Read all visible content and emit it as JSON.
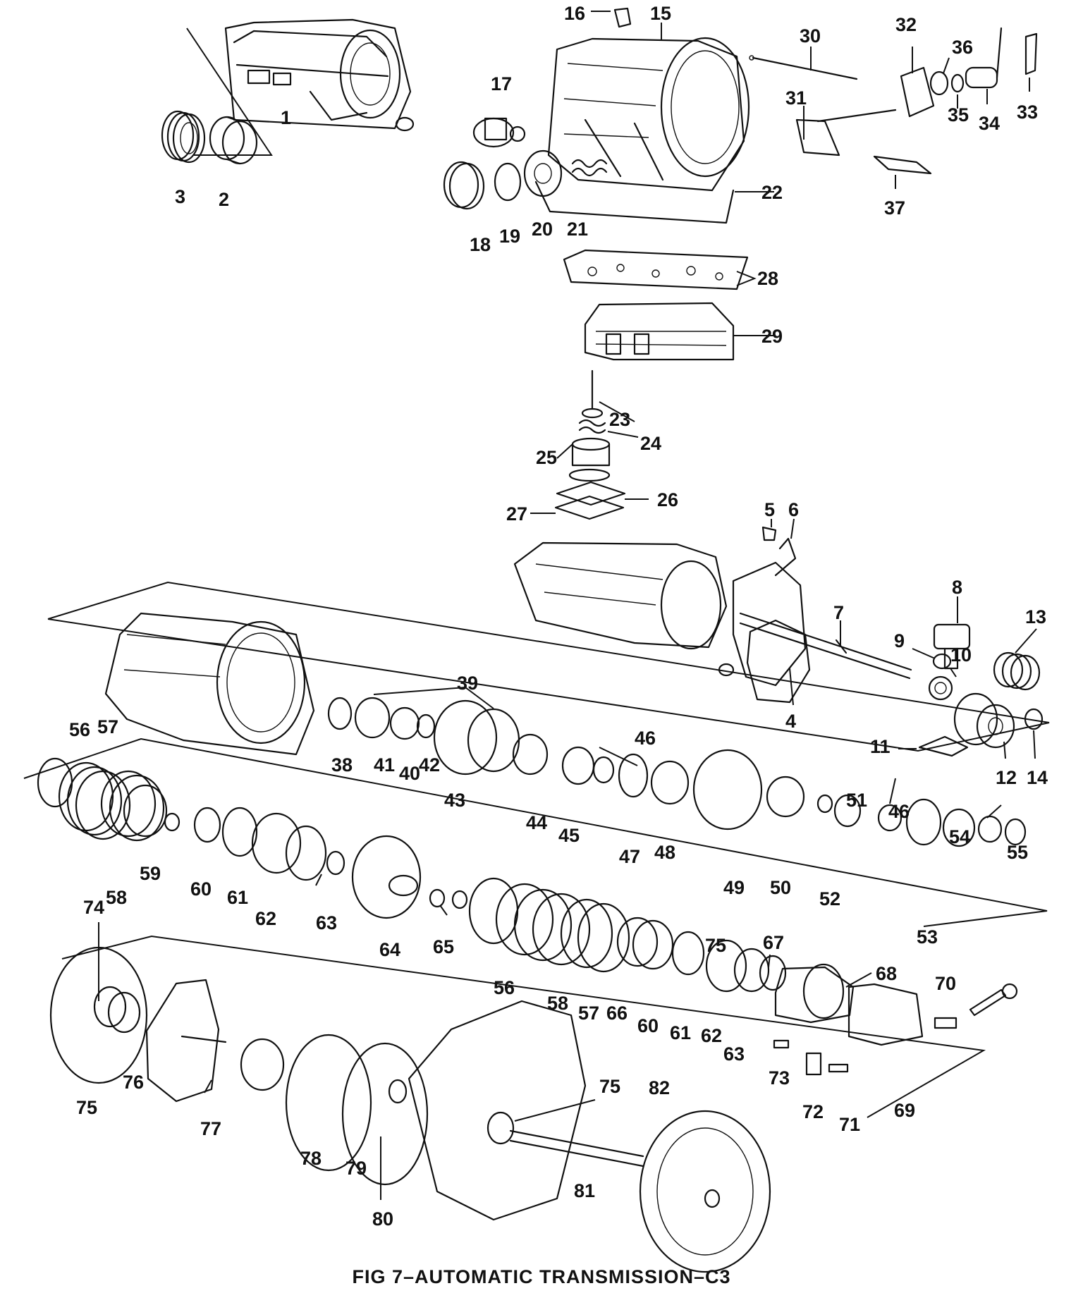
{
  "caption": "FIG 7–AUTOMATIC TRANSMISSION–C3",
  "callouts": [
    "1",
    "2",
    "3",
    "4",
    "5",
    "6",
    "7",
    "8",
    "9",
    "10",
    "11",
    "12",
    "13",
    "14",
    "15",
    "16",
    "17",
    "18",
    "19",
    "20",
    "21",
    "22",
    "23",
    "24",
    "25",
    "26",
    "27",
    "28",
    "29",
    "30",
    "31",
    "32",
    "33",
    "34",
    "35",
    "36",
    "37",
    "38",
    "39",
    "40",
    "41",
    "42",
    "43",
    "44",
    "45",
    "46",
    "46",
    "47",
    "48",
    "49",
    "50",
    "51",
    "52",
    "53",
    "54",
    "55",
    "56",
    "56",
    "57",
    "57",
    "58",
    "58",
    "59",
    "60",
    "60",
    "61",
    "61",
    "62",
    "62",
    "63",
    "63",
    "64",
    "65",
    "66",
    "67",
    "68",
    "69",
    "70",
    "71",
    "72",
    "73",
    "74",
    "75",
    "75",
    "75",
    "76",
    "77",
    "78",
    "79",
    "80",
    "81",
    "82"
  ]
}
